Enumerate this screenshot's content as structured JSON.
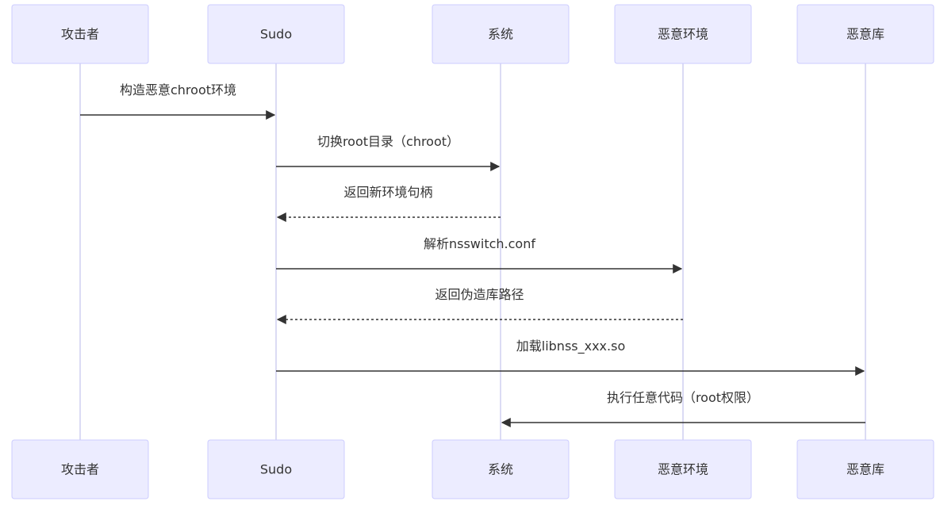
{
  "participants": [
    {
      "id": "attacker",
      "label": "攻击者"
    },
    {
      "id": "sudo",
      "label": "Sudo"
    },
    {
      "id": "system",
      "label": "系统"
    },
    {
      "id": "env",
      "label": "恶意环境"
    },
    {
      "id": "lib",
      "label": "恶意库"
    }
  ],
  "messages": [
    {
      "from": "attacker",
      "to": "sudo",
      "label": "构造恶意chroot环境",
      "style": "solid"
    },
    {
      "from": "sudo",
      "to": "system",
      "label": "切换root目录（chroot）",
      "style": "solid"
    },
    {
      "from": "system",
      "to": "sudo",
      "label": "返回新环境句柄",
      "style": "dashed"
    },
    {
      "from": "sudo",
      "to": "env",
      "label": "解析nsswitch.conf",
      "style": "solid"
    },
    {
      "from": "env",
      "to": "sudo",
      "label": "返回伪造库路径",
      "style": "dashed"
    },
    {
      "from": "sudo",
      "to": "lib",
      "label": "加载libnss_xxx.so",
      "style": "solid"
    },
    {
      "from": "lib",
      "to": "system",
      "label": "执行任意代码（root权限）",
      "style": "solid"
    }
  ],
  "colors": {
    "actor_fill": "#ECECFF",
    "actor_stroke": "#CCCCFF",
    "lifeline": "#CFCFF0",
    "line": "#333333",
    "text": "#333333"
  }
}
